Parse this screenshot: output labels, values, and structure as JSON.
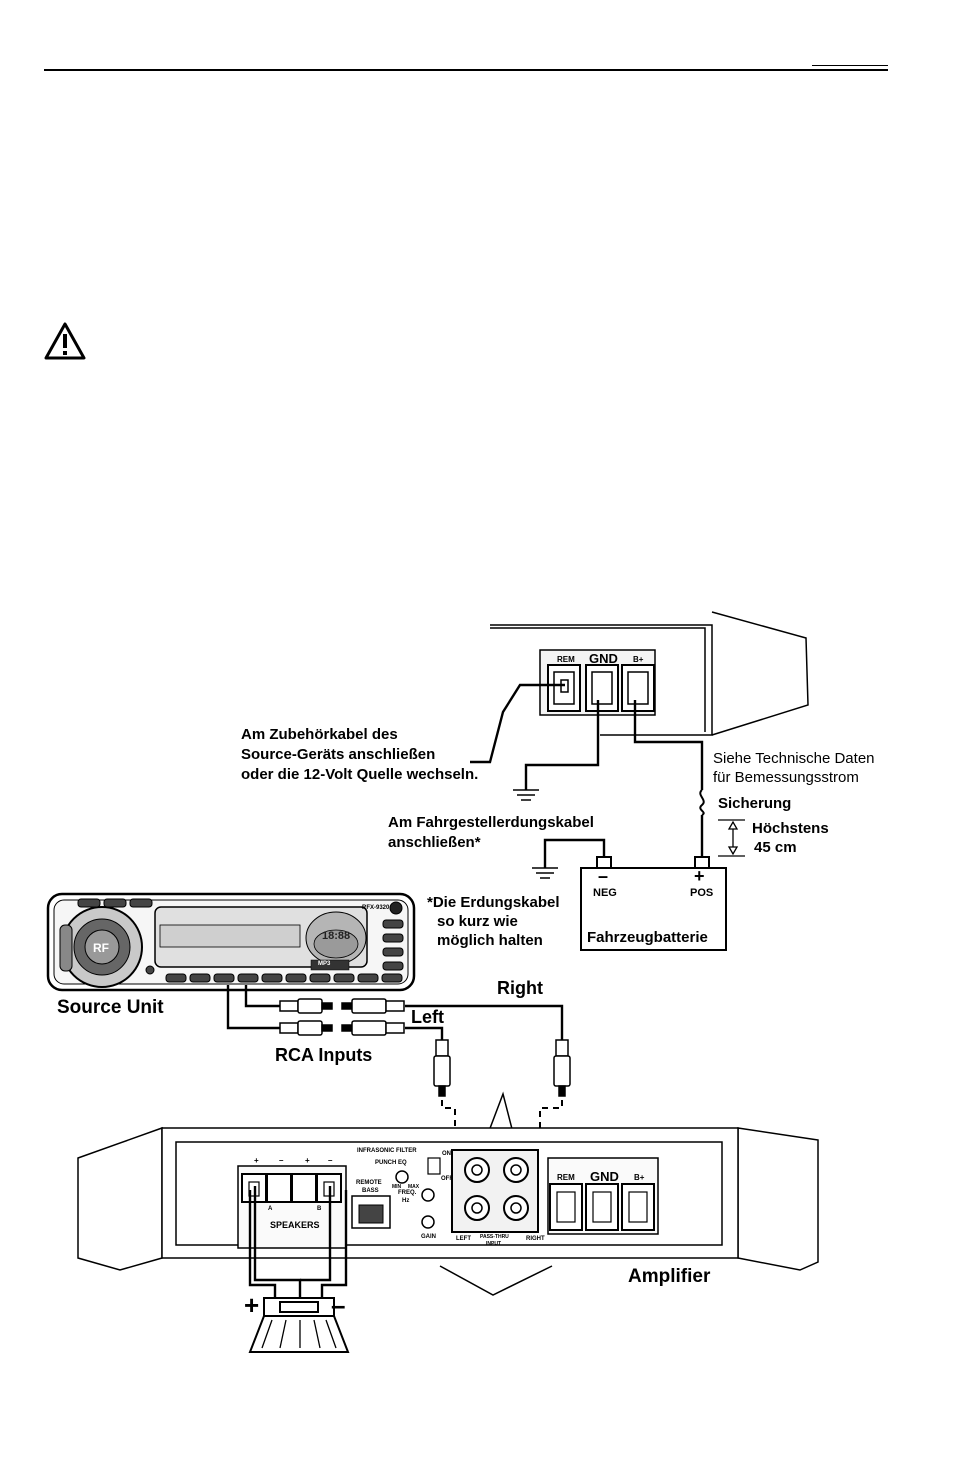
{
  "labels": {
    "top_amp": {
      "rem": "REM",
      "gnd": "GND",
      "bplus": "B+"
    },
    "accessory_note": [
      "Am Zubehörkabel des",
      "Source-Geräts anschließen",
      "oder die 12-Volt Quelle wechseln."
    ],
    "spec_note": [
      "Siehe Technische Daten",
      "für Bemessungsstrom"
    ],
    "fuse": "Sicherung",
    "max_distance": [
      "Höchstens",
      "45 cm"
    ],
    "chassis_ground": [
      "Am Fahrgestellerdungskabel",
      "anschließen*"
    ],
    "ground_note": [
      "*Die Erdungskabel",
      "so kurz wie",
      "möglich halten"
    ],
    "battery": {
      "neg_sign": "–",
      "neg": "NEG",
      "pos_sign": "+",
      "pos": "POS",
      "name": "Fahrzeugbatterie"
    },
    "source_unit": "Source Unit",
    "rca_inputs": "RCA Inputs",
    "right": "Right",
    "left": "Left",
    "amplifier": "Amplifier",
    "speaker_plus": "+",
    "speaker_minus": "–",
    "amp_panel": {
      "speakers": "SPEAKERS",
      "a": "A",
      "b": "B",
      "remote_bass": [
        "REMOTE",
        "BASS"
      ],
      "infrasonic": "INFRASONIC FILTER",
      "punch_eq": "PUNCH EQ",
      "on": "ON",
      "off": "OFF",
      "min": "MIN",
      "max": "MAX",
      "freq": "FREQ.",
      "hz": "Hz",
      "gain": "GAIN",
      "left": "LEFT",
      "right": "RIGHT",
      "pass_thru": "PASS-THRU",
      "input": "INPUT",
      "rem": "REM",
      "gnd": "GND",
      "bplus": "B+",
      "terminal_signs": [
        "+",
        "–",
        "+",
        "–"
      ]
    },
    "radio": {
      "model": "RFX-9320",
      "mp3": "MP3",
      "display": "18:88"
    }
  }
}
